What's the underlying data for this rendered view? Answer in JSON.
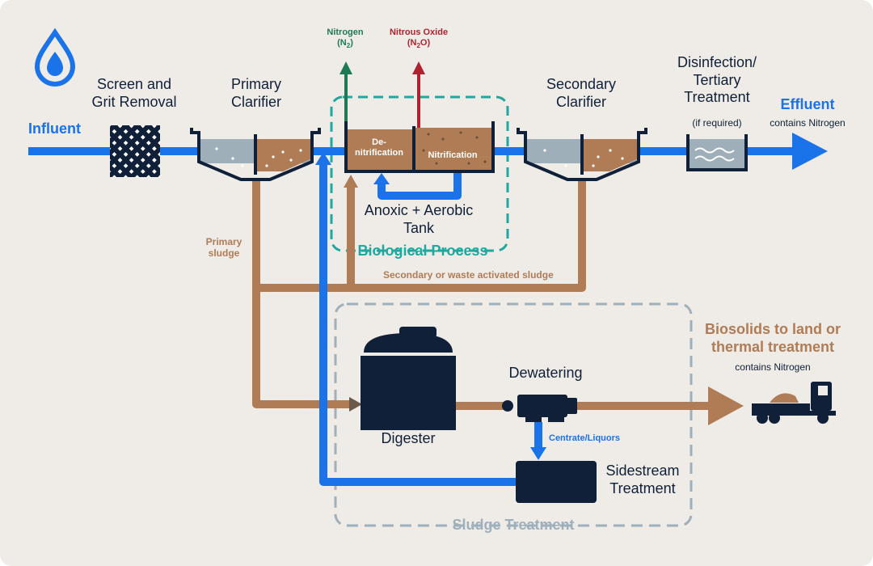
{
  "colors": {
    "water": "#1a73e8",
    "sludge": "#b07c55",
    "dark": "#0f2038",
    "teal": "#1fa8a0",
    "grey": "#9fb0bd",
    "nitrogen_green": "#1e7a55",
    "nitrous_red": "#b0222f",
    "background": "#efebe7"
  },
  "icons": [
    "water-drop-logo-icon",
    "screen-grid-icon",
    "truck-icon",
    "disinfection-wave-icon"
  ],
  "flow": {
    "influent": "Influent",
    "effluent": "Effluent",
    "effluent_note": "contains Nitrogen"
  },
  "stages": {
    "screen": [
      "Screen and",
      "Grit Removal"
    ],
    "primary": [
      "Primary",
      "Clarifier"
    ],
    "secondary": [
      "Secondary",
      "Clarifier"
    ],
    "disinfection": [
      "Disinfection/",
      "Tertiary",
      "Treatment"
    ],
    "disinfection_note": "(if required)"
  },
  "gases": {
    "nitrogen": "Nitrogen",
    "nitrogen_formula_pre": "(N",
    "nitrogen_formula_sub": "2",
    "nitrogen_formula_post": ")",
    "nitrous": "Nitrous Oxide",
    "nitrous_formula_pre": "(N",
    "nitrous_formula_sub": "2",
    "nitrous_formula_post": "O)"
  },
  "tank": {
    "denitrification": [
      "De-",
      "nitrification"
    ],
    "nitrification": "Nitrification",
    "label": [
      "Anoxic + Aerobic",
      "Tank"
    ]
  },
  "groups": {
    "biological": "Biological Process",
    "sludge_treatment": "Sludge Treatment"
  },
  "sludge": {
    "primary": [
      "Primary",
      "sludge"
    ],
    "secondary": "Secondary or waste activated sludge"
  },
  "sludge_units": {
    "digester": "Digester",
    "dewatering": "Dewatering",
    "centrate": "Centrate/Liquors",
    "sidestream": [
      "Sidestream",
      "Treatment"
    ]
  },
  "biosolids": {
    "title": [
      "Biosolids to land or",
      "thermal treatment"
    ],
    "note": "contains Nitrogen"
  }
}
